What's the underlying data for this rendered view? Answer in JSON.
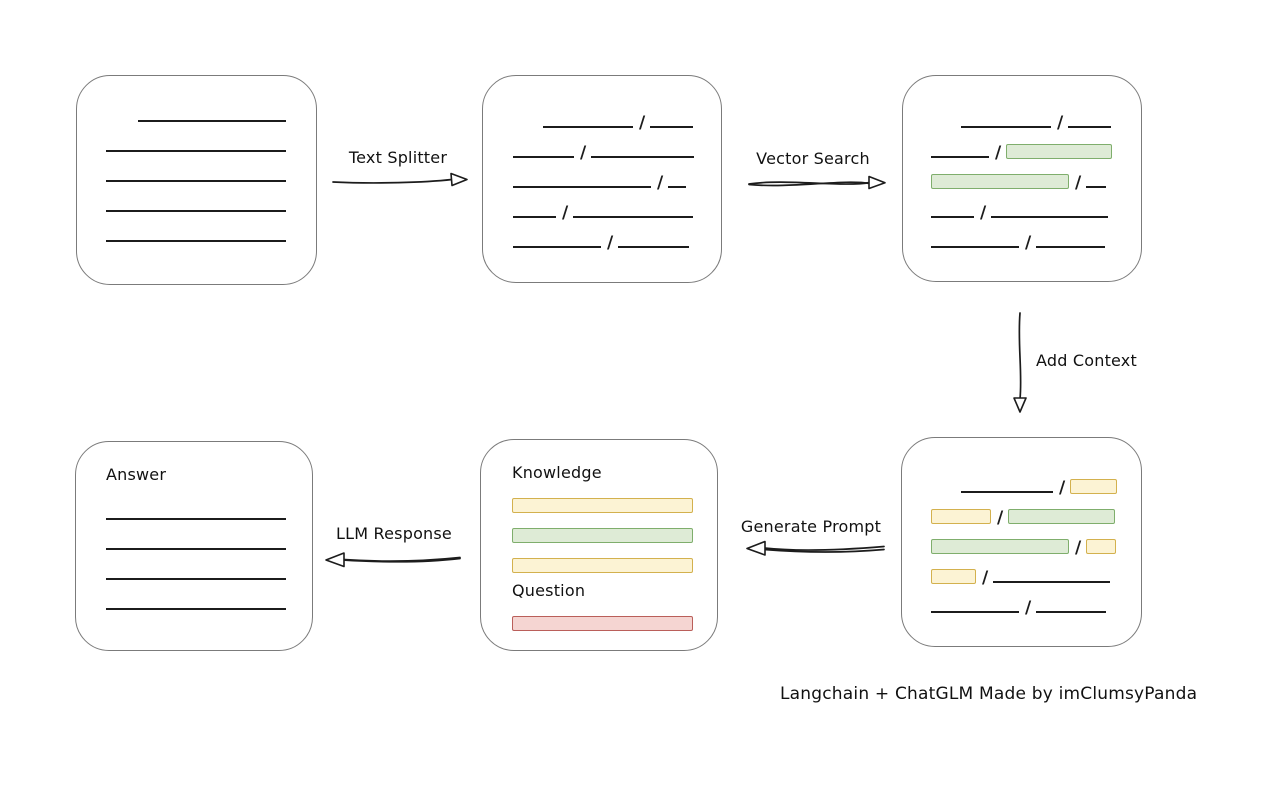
{
  "caption": "Langchain + ChatGLM Made by imClumsyPanda",
  "glyphs": {
    "slash": "/"
  },
  "colors": {
    "green_fill": "#deebd6",
    "green_border": "#7fae6c",
    "yellow_fill": "#fcf3d4",
    "yellow_border": "#d3b14e",
    "red_fill": "#f5d5d2",
    "red_border": "#ba5f5a",
    "line_stroke": "#1c1c1c",
    "box_border": "#7b7b7b"
  },
  "arrows": {
    "text_splitter": {
      "label": "Text Splitter",
      "direction": "right"
    },
    "vector_search": {
      "label": "Vector Search",
      "direction": "right"
    },
    "add_context": {
      "label": "Add Context",
      "direction": "down"
    },
    "generate_prompt": {
      "label": "Generate Prompt",
      "direction": "left"
    },
    "llm_response": {
      "label": "LLM Response",
      "direction": "left"
    }
  },
  "boxes": {
    "document": {
      "rows": [
        [
          {
            "t": "indent",
            "w": 32
          },
          {
            "t": "line",
            "w": 148
          }
        ],
        [
          {
            "t": "line",
            "w": 180
          }
        ],
        [
          {
            "t": "line",
            "w": 180
          }
        ],
        [
          {
            "t": "line",
            "w": 180
          }
        ],
        [
          {
            "t": "line",
            "w": 180
          }
        ]
      ]
    },
    "chunks": {
      "rows": [
        [
          {
            "t": "indent",
            "w": 30
          },
          {
            "t": "line",
            "w": 90
          },
          {
            "t": "slash"
          },
          {
            "t": "line",
            "w": 43
          }
        ],
        [
          {
            "t": "line",
            "w": 61
          },
          {
            "t": "slash"
          },
          {
            "t": "line",
            "w": 103
          }
        ],
        [
          {
            "t": "line",
            "w": 138
          },
          {
            "t": "slash"
          },
          {
            "t": "line",
            "w": 18
          }
        ],
        [
          {
            "t": "line",
            "w": 43
          },
          {
            "t": "slash"
          },
          {
            "t": "line",
            "w": 120
          }
        ],
        [
          {
            "t": "line",
            "w": 88
          },
          {
            "t": "slash"
          },
          {
            "t": "line",
            "w": 71
          }
        ]
      ]
    },
    "search_results": {
      "rows": [
        [
          {
            "t": "indent",
            "w": 30
          },
          {
            "t": "line",
            "w": 90
          },
          {
            "t": "slash"
          },
          {
            "t": "line",
            "w": 43
          }
        ],
        [
          {
            "t": "line",
            "w": 58
          },
          {
            "t": "slash"
          },
          {
            "t": "bar",
            "c": "green",
            "w": 106
          }
        ],
        [
          {
            "t": "bar",
            "c": "green",
            "w": 138
          },
          {
            "t": "slash"
          },
          {
            "t": "line",
            "w": 20
          }
        ],
        [
          {
            "t": "line",
            "w": 43
          },
          {
            "t": "slash"
          },
          {
            "t": "line",
            "w": 117
          }
        ],
        [
          {
            "t": "line",
            "w": 88
          },
          {
            "t": "slash"
          },
          {
            "t": "line",
            "w": 69
          }
        ]
      ]
    },
    "context": {
      "rows": [
        [
          {
            "t": "indent",
            "w": 30
          },
          {
            "t": "line",
            "w": 92
          },
          {
            "t": "slash"
          },
          {
            "t": "bar",
            "c": "yellow",
            "w": 47
          }
        ],
        [
          {
            "t": "bar",
            "c": "yellow",
            "w": 60
          },
          {
            "t": "slash"
          },
          {
            "t": "bar",
            "c": "green",
            "w": 107
          }
        ],
        [
          {
            "t": "bar",
            "c": "green",
            "w": 138
          },
          {
            "t": "slash"
          },
          {
            "t": "bar",
            "c": "yellow",
            "w": 30
          }
        ],
        [
          {
            "t": "bar",
            "c": "yellow",
            "w": 45
          },
          {
            "t": "slash"
          },
          {
            "t": "line",
            "w": 117
          }
        ],
        [
          {
            "t": "line",
            "w": 88
          },
          {
            "t": "slash"
          },
          {
            "t": "line",
            "w": 70
          }
        ]
      ]
    },
    "prompt": {
      "knowledge_label": "Knowledge",
      "question_label": "Question",
      "knowledge_rows": [
        [
          {
            "t": "bar",
            "c": "yellow",
            "w": 181
          }
        ],
        [
          {
            "t": "bar",
            "c": "green",
            "w": 181
          }
        ],
        [
          {
            "t": "bar",
            "c": "yellow",
            "w": 181
          }
        ]
      ],
      "question_rows": [
        [
          {
            "t": "bar",
            "c": "red",
            "w": 181
          }
        ]
      ]
    },
    "answer": {
      "title": "Answer",
      "rows": [
        [
          {
            "t": "line",
            "w": 180
          }
        ],
        [
          {
            "t": "line",
            "w": 180
          }
        ],
        [
          {
            "t": "line",
            "w": 180
          }
        ],
        [
          {
            "t": "line",
            "w": 180
          }
        ]
      ]
    }
  }
}
